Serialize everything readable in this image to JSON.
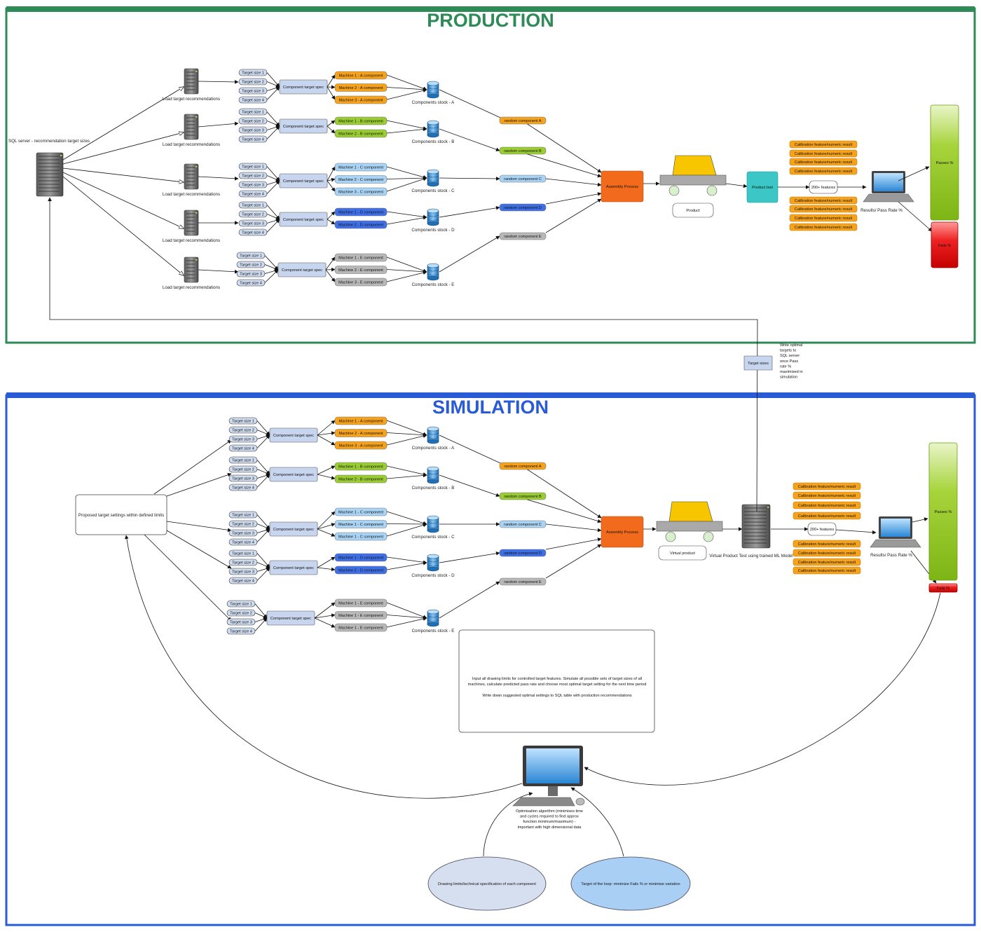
{
  "production": {
    "title": "PRODUCTION",
    "sql_server_label": "SQL server - recommendation target sizes",
    "load_label": "Load target recommendations",
    "spec_label": "Component target spec",
    "groups": [
      {
        "targets": [
          "Target size 1",
          "Target size 2",
          "Target size 3",
          "Target size 4"
        ],
        "machines": [
          "Machine 1 - A component",
          "Machine 2 - A component",
          "Machine 3 - A component"
        ],
        "stock": "Components stock - A",
        "random": "random component A",
        "color": "orange"
      },
      {
        "targets": [
          "Target size 1",
          "Target size 2",
          "Target size 3",
          "Target size 4"
        ],
        "machines": [
          "Machine 1 - B component",
          "Machine 2 - B component"
        ],
        "stock": "Components stock - B",
        "random": "random component B",
        "color": "green"
      },
      {
        "targets": [
          "Target size 1",
          "Target size 2",
          "Target size 3",
          "Target size 4"
        ],
        "machines": [
          "Machine 1 - C component",
          "Machine 2 - C component",
          "Machine 3 - C component"
        ],
        "stock": "Components stock - C",
        "random": "random component C",
        "color": "lightblue"
      },
      {
        "targets": [
          "Target size 1",
          "Target size 2",
          "Target size 3",
          "Target size 4"
        ],
        "machines": [
          "Machine 1 - D component",
          "Machine 2 - D component"
        ],
        "stock": "Components stock - D",
        "random": "random component D",
        "color": "blue"
      },
      {
        "targets": [
          "Target size 1",
          "Target size 2",
          "Target size 3",
          "Target size 4"
        ],
        "machines": [
          "Machine 1 - E component",
          "Machine 2 - E component",
          "Machine 3 - E component"
        ],
        "stock": "Components stock - E",
        "random": "random component E",
        "color": "gray"
      }
    ],
    "assembly": "Assembly Process",
    "product": "Product",
    "product_test": "Product test",
    "features": "200+ features",
    "calibration": [
      "Calibration feature/numeric result",
      "Calibration feature/numeric result",
      "Calibration feature/numeric result",
      "Calibration feature/numeric result",
      "Calibration feature/numeric result",
      "Calibration feature/numeric result",
      "Calibration feature/numeric result",
      "Calibration feature/numeric result"
    ],
    "results": "Results/ Pass Rate %",
    "passes": "Passes %",
    "fails": "Fails %"
  },
  "link": {
    "target_sizes": "Target sizes",
    "note": [
      "Write optimal",
      "targets to",
      "SQL server",
      "once Pass",
      "rate %",
      "maximised in",
      "simulation"
    ]
  },
  "simulation": {
    "title": "SIMULATION",
    "proposed": "Proposed target settings within defined limits",
    "spec_label": "Component target spec",
    "groups": [
      {
        "targets": [
          "Target size 1",
          "Target size 2",
          "Target size 3",
          "Target size 4"
        ],
        "machines": [
          "Machine 1 - A component",
          "Machine 2 - A component",
          "Machine 3 - A component"
        ],
        "stock": "Components stock - A",
        "random": "random component A",
        "color": "orange"
      },
      {
        "targets": [
          "Target size 1",
          "Target size 2",
          "Target size 3",
          "Target size 4"
        ],
        "machines": [
          "Machine 1 - B component",
          "Machine 2 - B component"
        ],
        "stock": "Components stock - B",
        "random": "random component B",
        "color": "green"
      },
      {
        "targets": [
          "Target size 1",
          "Target size 2",
          "Target size 3",
          "Target size 4"
        ],
        "machines": [
          "Machine 1 - C component",
          "Machine 1 - C component",
          "Machine 1 - C component"
        ],
        "stock": "Components stock - C",
        "random": "random component C",
        "color": "lightblue"
      },
      {
        "targets": [
          "Target size 1",
          "Target size 2",
          "Target size 3",
          "Target size 4"
        ],
        "machines": [
          "Machine 1 - D component",
          "Machine 2 - D component"
        ],
        "stock": "Components stock - D",
        "random": "random component D",
        "color": "blue"
      },
      {
        "targets": [
          "Target size 1",
          "Target size 2",
          "Target size 3",
          "Target size 4"
        ],
        "machines": [
          "Machine 1 - E component",
          "Machine 1 - E component",
          "Machine 1 - E component"
        ],
        "stock": "Components stock - E",
        "random": "random component E",
        "color": "gray"
      }
    ],
    "assembly": "Assembly Process",
    "product": "Virtual product",
    "test": "Virtual Product Test using trained ML Model",
    "features": "200+ features",
    "calibration": [
      "Calibration feature/numeric result",
      "Calibration feature/numeric result",
      "Calibration feature/numeric result",
      "Calibration feature/numeric result",
      "Calibration feature/numeric result",
      "Calibration feature/numeric result",
      "Calibration feature/numeric result",
      "Calibration feature/numeric result"
    ],
    "results": "Results/ Pass Rate %",
    "passes": "Passes %",
    "fails": "Fails %",
    "note_lines": [
      "Input all drawing limits for controlled target features. Simulate all possible sets of target sizes of all",
      "machines, calculate predicted pass rate and choose most optimal target setting for the next time period",
      "",
      "Write down suggested optimal settings to SQL table with production recommendations"
    ],
    "optimiser_lines": [
      "Optimisation algorithm (minimises time",
      "and cycles required to find approx",
      "function minimum/maximum) -",
      "important with high dimensional data"
    ],
    "drawing_limits": "Drawing limits/technical specification of each component",
    "loop_target": "Target of the loop: minimize Fails % or minimise variation"
  },
  "colors": {
    "production_frame": "#2e8b57",
    "simulation_frame": "#2a5bd7",
    "orange": "#f7a21b",
    "green": "#9acd32",
    "lightblue": "#a9d4f5",
    "blue": "#3f6fe6",
    "gray": "#b8b8b8",
    "assembly": "#f26b1d",
    "product_test": "#3cc6c6",
    "passes": "#8fc31f",
    "fails": "#e01515",
    "target_pill": "#cfdcf0",
    "spec_box": "#c7d6ee",
    "ellipse_left": "#d6dff0",
    "ellipse_right": "#a9cff5"
  },
  "icons": [
    "server-icon",
    "database-icon",
    "laptop-icon",
    "desktop-computer-icon",
    "conveyor-product-icon"
  ]
}
